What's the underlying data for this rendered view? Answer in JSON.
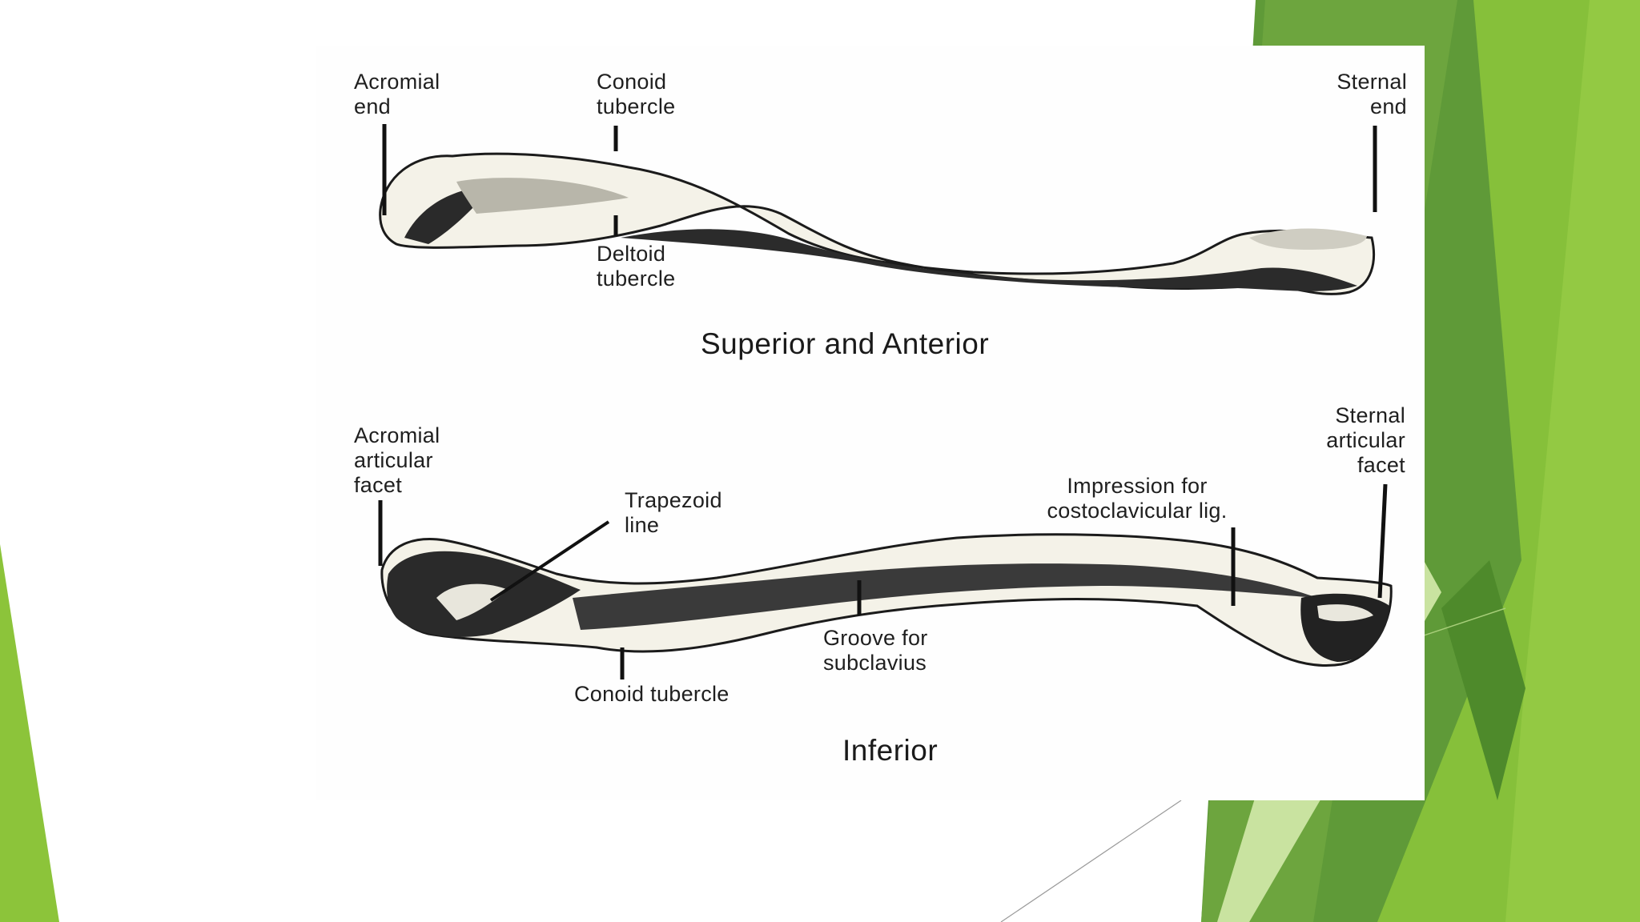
{
  "theme": {
    "accent_light": "#8cc43a",
    "accent_mid": "#78b23a",
    "accent_dark": "#5f9a38",
    "accent_pale": "#c9e3a0"
  },
  "figure": {
    "superior_view": {
      "title": "Superior and Anterior",
      "labels": {
        "acromial_end": "Acromial\nend",
        "conoid_tubercle": "Conoid\ntubercle",
        "sternal_end": "Sternal\nend",
        "deltoid_tubercle": "Deltoid\ntubercle"
      }
    },
    "inferior_view": {
      "title": "Inferior",
      "labels": {
        "acromial_articular_facet": "Acromial\narticular\nfacet",
        "trapezoid_line": "Trapezoid\nline",
        "impression": "Impression for\ncostoclavicular lig.",
        "sternal_articular_facet": "Sternal\narticular\nfacet",
        "groove_subclavius": "Groove for\nsubclavius",
        "conoid_tubercle": "Conoid tubercle"
      }
    }
  }
}
